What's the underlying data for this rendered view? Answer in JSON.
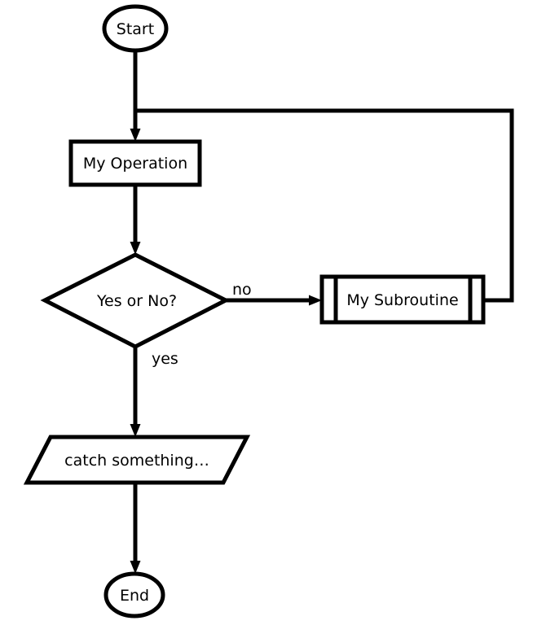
{
  "diagram": {
    "type": "flowchart",
    "background_color": "#ffffff",
    "stroke_color": "#000000",
    "shape_fill_color": "#ffffff",
    "text_color": "#000000",
    "nodes": [
      {
        "id": "start",
        "shape": "terminator",
        "label": "Start"
      },
      {
        "id": "operation",
        "shape": "process",
        "label": "My Operation"
      },
      {
        "id": "decision",
        "shape": "decision",
        "label": "Yes or No?"
      },
      {
        "id": "subroutine",
        "shape": "predefined-process",
        "label": "My Subroutine"
      },
      {
        "id": "catch",
        "shape": "parallelogram",
        "label": "catch something…"
      },
      {
        "id": "end",
        "shape": "terminator",
        "label": "End"
      }
    ],
    "edges": [
      {
        "from": "start",
        "to": "operation",
        "label": ""
      },
      {
        "from": "operation",
        "to": "decision",
        "label": ""
      },
      {
        "from": "decision",
        "to": "subroutine",
        "label": "no"
      },
      {
        "from": "subroutine",
        "to": "operation",
        "label": ""
      },
      {
        "from": "decision",
        "to": "catch",
        "label": "yes"
      },
      {
        "from": "catch",
        "to": "end",
        "label": ""
      }
    ]
  }
}
